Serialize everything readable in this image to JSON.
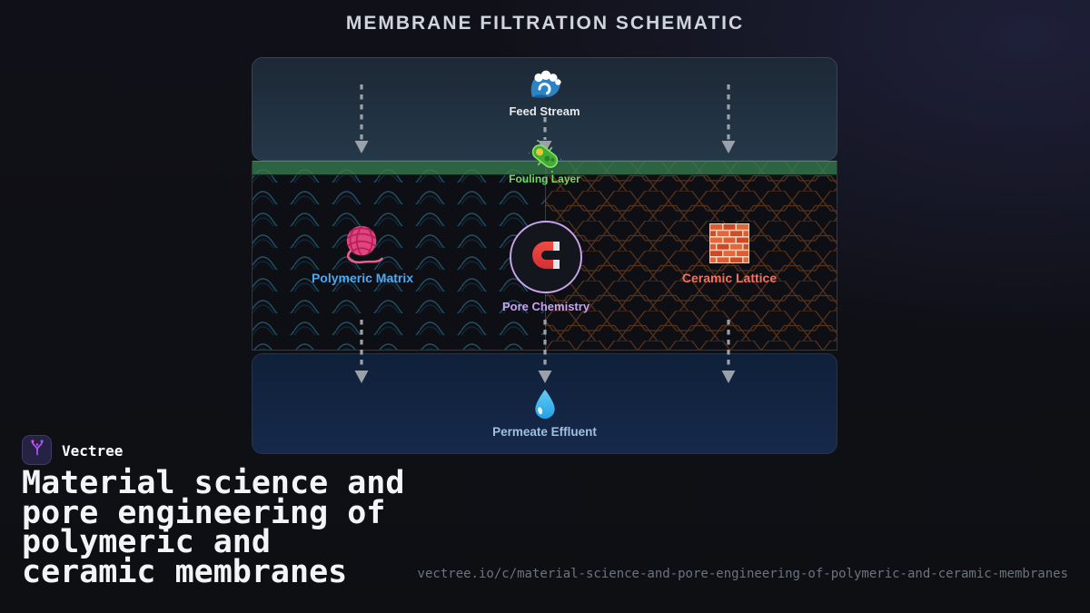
{
  "title": "MEMBRANE FILTRATION SCHEMATIC",
  "diagram": {
    "feed": {
      "label": "Feed Stream",
      "icon": "wave-icon"
    },
    "fouling": {
      "label": "Fouling Layer",
      "icon": "microbe-icon",
      "label_color": "#74da5e",
      "strip_color": "#367c50"
    },
    "membrane": {
      "left": {
        "label": "Polymeric Matrix",
        "icon": "yarn-icon",
        "label_color": "#4fa8ee",
        "pattern": "sine-waves",
        "pattern_color": "#2f85ad"
      },
      "center": {
        "label": "Pore Chemistry",
        "icon": "magnet-icon",
        "label_color": "#c9a2f2",
        "ring_color": "#c9a4e8"
      },
      "right": {
        "label": "Ceramic Lattice",
        "icon": "brick-icon",
        "label_color": "#f2705f",
        "pattern": "hexagon-lattice",
        "pattern_color": "#7c431d"
      }
    },
    "permeate": {
      "label": "Permeate Effluent",
      "icon": "droplet-icon",
      "label_color": "#9fc0e4"
    },
    "arrow_color": "#9aa1a9"
  },
  "footer": {
    "brand": "Vectree",
    "logo_icon": "vectree-branch-icon",
    "headline": "Material science and\npore engineering of\npolymeric and\nceramic membranes",
    "url": "vectree.io/c/material-science-and-pore-engineering-of-polymeric-and-ceramic-membranes"
  },
  "colors": {
    "background": "#0e0f13",
    "title": "#cfd5dc",
    "feed_box": "#1f2d3d",
    "permeate_box": "#13254232",
    "headline": "#f3f4f6",
    "url_text": "#6b7380",
    "logo_accent": "#b44df0"
  }
}
